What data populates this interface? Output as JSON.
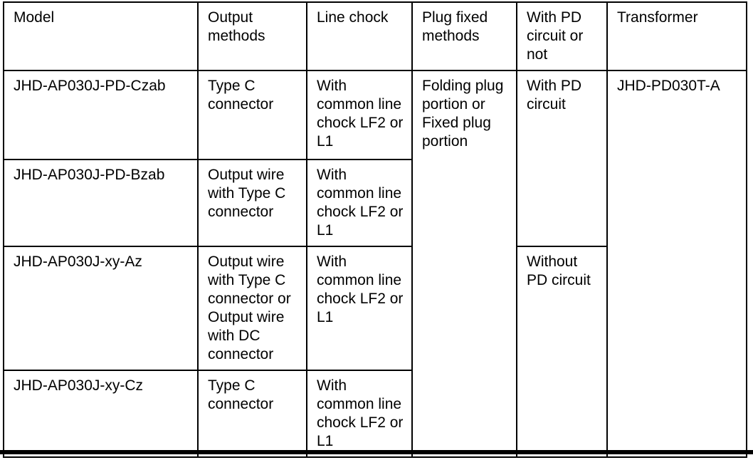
{
  "table": {
    "columns": [
      {
        "key": "model",
        "label": "Model"
      },
      {
        "key": "output_methods",
        "label": "Output methods"
      },
      {
        "key": "line_chock",
        "label": "Line chock"
      },
      {
        "key": "plug_fixed_methods",
        "label": "Plug fixed methods"
      },
      {
        "key": "pd_circuit",
        "label": "With PD circuit or not"
      },
      {
        "key": "transformer",
        "label": "Transformer"
      }
    ],
    "rows": [
      {
        "model": "JHD-AP030J-PD-Czab",
        "output_methods": "Type C connector",
        "line_chock": "With common line chock LF2 or L1"
      },
      {
        "model": "JHD-AP030J-PD-Bzab",
        "output_methods": "Output wire with Type C connector",
        "line_chock": "With common line chock LF2 or L1"
      },
      {
        "model": "JHD-AP030J-xy-Az",
        "output_methods": "Output wire with Type C connector or Output wire with DC connector",
        "line_chock": "With common line chock LF2 or L1"
      },
      {
        "model": "JHD-AP030J-xy-Cz",
        "output_methods": "Type C connector",
        "line_chock": "With common line chock LF2 or L1"
      }
    ],
    "merged_cells": {
      "plug_fixed_methods": "Folding plug portion or Fixed plug portion",
      "pd_circuit_with": "With PD circuit",
      "pd_circuit_without": "Without PD circuit",
      "transformer": "JHD-PD030T-A"
    }
  },
  "colors": {
    "text": "#000000",
    "border": "#000000",
    "background": "#ffffff",
    "bottom_rule": "#000000"
  }
}
